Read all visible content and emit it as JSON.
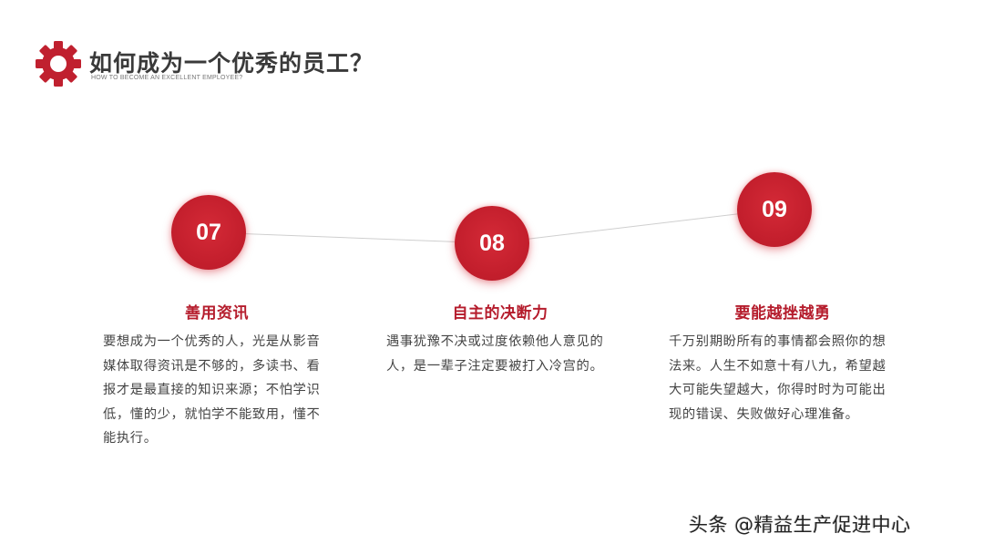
{
  "header": {
    "title": "如何成为一个优秀的员工？",
    "subtitle": "HOW TO BECOME AN EXCELLENT EMPLOYEE?",
    "icon": "gear-icon",
    "accent_color": "#c0202f"
  },
  "items": [
    {
      "number": "07",
      "heading": "善用资讯",
      "body": "要想成为一个优秀的人，光是从影音媒体取得资讯是不够的，多读书、看报才是最直接的知识来源；不怕学识低，懂的少，就怕学不能致用，懂不能执行。"
    },
    {
      "number": "08",
      "heading": "自主的决断力",
      "body": "遇事犹豫不决或过度依赖他人意见的人，是一辈子注定要被打入冷宫的。"
    },
    {
      "number": "09",
      "heading": "要能越挫越勇",
      "body": "千万别期盼所有的事情都会照你的想法来。人生不如意十有八九，希望越大可能失望越大，你得时时为可能出现的错误、失败做好心理准备。"
    }
  ],
  "watermark": "头条 @精益生产促进中心"
}
